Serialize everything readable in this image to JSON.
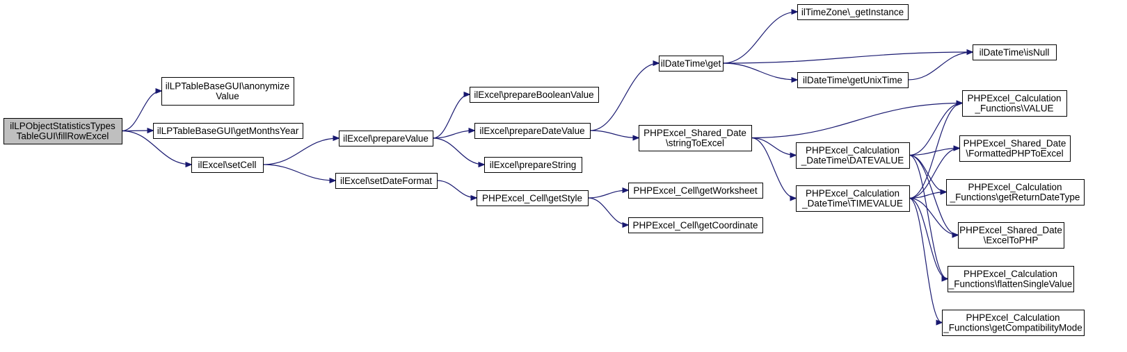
{
  "graph": {
    "edge_color": "#191970",
    "root_fill": "#bfbfbf",
    "node_fill": "#ffffff",
    "nodes": [
      {
        "id": "root",
        "lines": [
          "ilLPObjectStatisticsTypes",
          "TableGUI\\fillRowExcel"
        ],
        "root": true
      },
      {
        "id": "anonymize",
        "lines": [
          "ilLPTableBaseGUI\\anonymize",
          "Value"
        ]
      },
      {
        "id": "getMonthsYear",
        "lines": [
          "ilLPTableBaseGUI\\getMonthsYear"
        ]
      },
      {
        "id": "setCell",
        "lines": [
          "ilExcel\\setCell"
        ]
      },
      {
        "id": "prepareValue",
        "lines": [
          "ilExcel\\prepareValue"
        ]
      },
      {
        "id": "setDateFormat",
        "lines": [
          "ilExcel\\setDateFormat"
        ]
      },
      {
        "id": "prepareBooleanValue",
        "lines": [
          "ilExcel\\prepareBooleanValue"
        ]
      },
      {
        "id": "prepareDateValue",
        "lines": [
          "ilExcel\\prepareDateValue"
        ]
      },
      {
        "id": "prepareString",
        "lines": [
          "ilExcel\\prepareString"
        ]
      },
      {
        "id": "getStyle",
        "lines": [
          "PHPExcel_Cell\\getStyle"
        ]
      },
      {
        "id": "getWorksheet",
        "lines": [
          "PHPExcel_Cell\\getWorksheet"
        ]
      },
      {
        "id": "getCoordinate",
        "lines": [
          "PHPExcel_Cell\\getCoordinate"
        ]
      },
      {
        "id": "dtGet",
        "lines": [
          "ilDateTime\\get"
        ]
      },
      {
        "id": "stringToExcel",
        "lines": [
          "PHPExcel_Shared_Date",
          "\\stringToExcel"
        ]
      },
      {
        "id": "tzGetInstance",
        "lines": [
          "ilTimeZone\\_getInstance"
        ]
      },
      {
        "id": "isNull",
        "lines": [
          "ilDateTime\\isNull"
        ]
      },
      {
        "id": "getUnixTime",
        "lines": [
          "ilDateTime\\getUnixTime"
        ]
      },
      {
        "id": "DATEVALUE",
        "lines": [
          "PHPExcel_Calculation",
          "_DateTime\\DATEVALUE"
        ]
      },
      {
        "id": "TIMEVALUE",
        "lines": [
          "PHPExcel_Calculation",
          "_DateTime\\TIMEVALUE"
        ]
      },
      {
        "id": "VALUE",
        "lines": [
          "PHPExcel_Calculation",
          "_Functions\\VALUE"
        ]
      },
      {
        "id": "FormattedPHPToExcel",
        "lines": [
          "PHPExcel_Shared_Date",
          "\\FormattedPHPToExcel"
        ]
      },
      {
        "id": "getReturnDateType",
        "lines": [
          "PHPExcel_Calculation",
          "_Functions\\getReturnDateType"
        ]
      },
      {
        "id": "ExcelToPHP",
        "lines": [
          "PHPExcel_Shared_Date",
          "\\ExcelToPHP"
        ]
      },
      {
        "id": "flattenSingleValue",
        "lines": [
          "PHPExcel_Calculation",
          "_Functions\\flattenSingleValue"
        ]
      },
      {
        "id": "getCompatibilityMode",
        "lines": [
          "PHPExcel_Calculation",
          "_Functions\\getCompatibilityMode"
        ]
      }
    ],
    "edges": [
      [
        "root",
        "anonymize"
      ],
      [
        "root",
        "getMonthsYear"
      ],
      [
        "root",
        "setCell"
      ],
      [
        "setCell",
        "prepareValue"
      ],
      [
        "setCell",
        "setDateFormat"
      ],
      [
        "prepareValue",
        "prepareBooleanValue"
      ],
      [
        "prepareValue",
        "prepareDateValue"
      ],
      [
        "prepareValue",
        "prepareString"
      ],
      [
        "setDateFormat",
        "getStyle"
      ],
      [
        "getStyle",
        "getWorksheet"
      ],
      [
        "getStyle",
        "getCoordinate"
      ],
      [
        "prepareDateValue",
        "dtGet"
      ],
      [
        "prepareDateValue",
        "stringToExcel"
      ],
      [
        "dtGet",
        "tzGetInstance"
      ],
      [
        "dtGet",
        "isNull"
      ],
      [
        "dtGet",
        "getUnixTime"
      ],
      [
        "getUnixTime",
        "isNull"
      ],
      [
        "stringToExcel",
        "VALUE"
      ],
      [
        "stringToExcel",
        "DATEVALUE"
      ],
      [
        "stringToExcel",
        "TIMEVALUE"
      ],
      [
        "DATEVALUE",
        "FormattedPHPToExcel"
      ],
      [
        "DATEVALUE",
        "getReturnDateType"
      ],
      [
        "DATEVALUE",
        "ExcelToPHP"
      ],
      [
        "DATEVALUE",
        "flattenSingleValue"
      ],
      [
        "DATEVALUE",
        "VALUE"
      ],
      [
        "TIMEVALUE",
        "VALUE"
      ],
      [
        "TIMEVALUE",
        "FormattedPHPToExcel"
      ],
      [
        "TIMEVALUE",
        "getReturnDateType"
      ],
      [
        "TIMEVALUE",
        "ExcelToPHP"
      ],
      [
        "TIMEVALUE",
        "flattenSingleValue"
      ],
      [
        "TIMEVALUE",
        "getCompatibilityMode"
      ]
    ]
  }
}
